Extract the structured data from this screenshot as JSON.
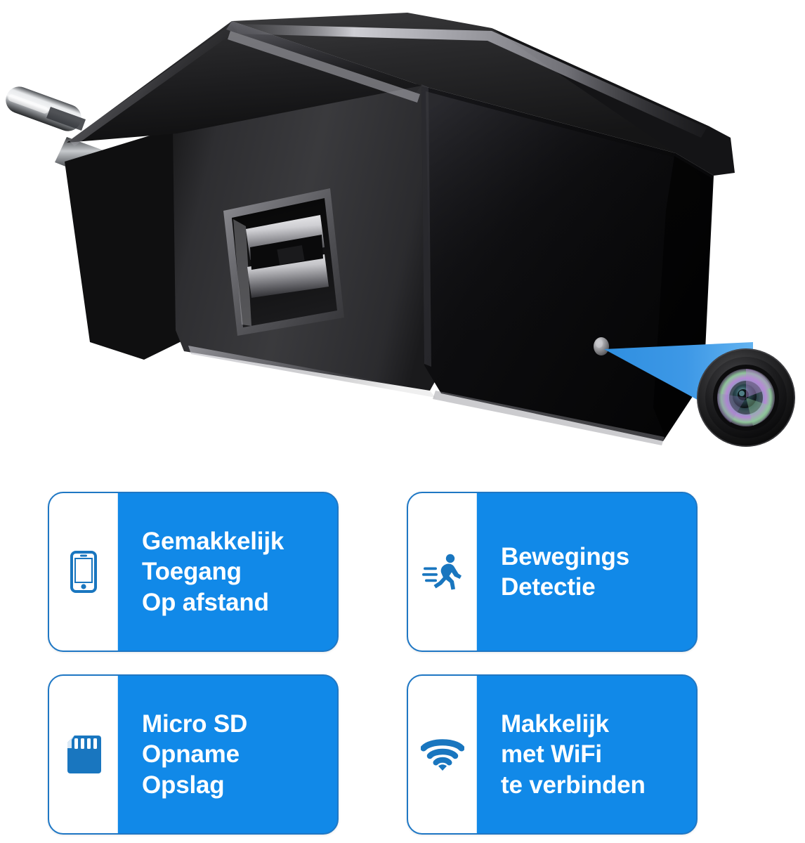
{
  "product": {
    "name": "spy-camera-usb-wall-charger",
    "body_color": "#0d0d0d",
    "accent_color": "#1189e8",
    "prong_color": "#b9bcc0",
    "pinhole_label": "camera-pinhole",
    "lens_label": "magnified-camera-lens",
    "beam_label": "camera-view-beam",
    "usb_port_label": "usb-a-port"
  },
  "theme": {
    "card_blue": "#1189e8",
    "card_border": "#1f77c4",
    "icon_blue": "#1976bf",
    "panel_white": "#ffffff",
    "text_white": "#ffffff",
    "page_background": "#ffffff"
  },
  "features": [
    {
      "icon": "smartphone-icon",
      "lines": [
        "Gemakkelijk",
        "Toegang",
        "Op afstand"
      ]
    },
    {
      "icon": "running-person-motion-icon",
      "lines": [
        "Bewegings",
        "Detectie"
      ]
    },
    {
      "icon": "micro-sd-card-icon",
      "lines": [
        "Micro SD",
        "Opname",
        "Opslag"
      ]
    },
    {
      "icon": "wifi-signal-icon",
      "lines": [
        "Makkelijk",
        "met WiFi",
        "te verbinden"
      ]
    }
  ]
}
